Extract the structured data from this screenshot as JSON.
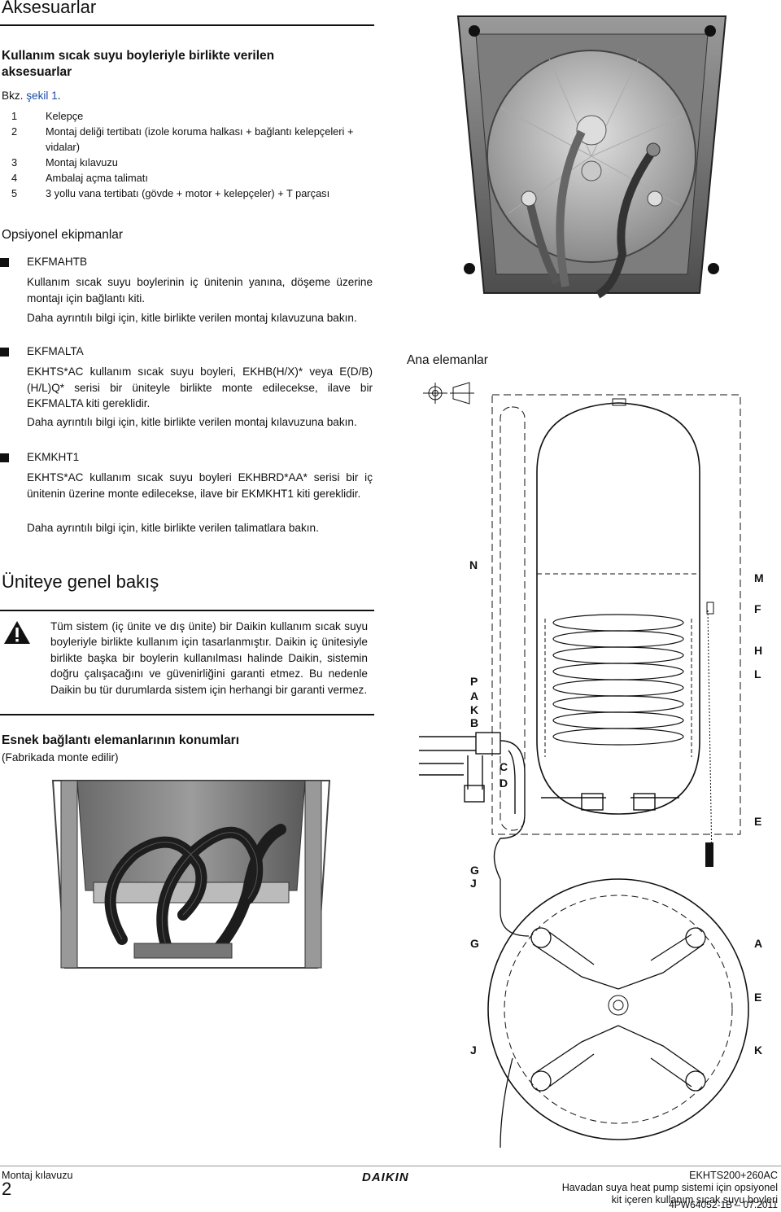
{
  "page": {
    "title": "Aksesuarlar",
    "accessories_heading": "Kullanım sıcak suyu boyleriyle birlikte verilen aksesuarlar",
    "ref_prefix": "Bkz.",
    "ref_link": "şekil 1",
    "ref_suffix": ".",
    "accessory_items": [
      {
        "num": "1",
        "text": "Kelepçe"
      },
      {
        "num": "2",
        "text": "Montaj deliği tertibatı (izole koruma halkası + bağlantı kelepçeleri + vidalar)"
      },
      {
        "num": "3",
        "text": "Montaj kılavuzu"
      },
      {
        "num": "4",
        "text": "Ambalaj açma talimatı"
      },
      {
        "num": "5",
        "text": "3 yollu vana tertibatı (gövde + motor + kelepçeler) + T parçası"
      }
    ],
    "optional_heading": "Opsiyonel ekipmanlar",
    "optional": [
      {
        "code": "EKFMAHTB",
        "p1": "Kullanım sıcak suyu boylerinin iç ünitenin yanına, döşeme üzerine montajı için bağlantı kiti.",
        "p2": "Daha ayrıntılı bilgi için, kitle birlikte verilen montaj kılavuzuna bakın."
      },
      {
        "code": "EKFMALTA",
        "p1": "EKHTS*AC kullanım sıcak suyu boyleri, EKHB(H/X)* veya E(D/B)(H/L)Q* serisi bir üniteyle birlikte monte edilecekse, ilave bir EKFMALTA kiti gereklidir.",
        "p2": "Daha ayrıntılı bilgi için, kitle birlikte verilen montaj kılavuzuna bakın."
      },
      {
        "code": "EKMKHT1",
        "p1": "EKHTS*AC kullanım sıcak suyu boyleri EKHBRD*AA* serisi bir iç ünitenin üzerine monte edilecekse, ilave bir EKMKHT1 kiti gereklidir.",
        "p2": "Daha ayrıntılı bilgi için, kitle birlikte verilen talimatlara bakın."
      }
    ],
    "overview_heading": "Üniteye genel bakış",
    "warning_text": "Tüm sistem (iç ünite ve dış ünite) bir Daikin kullanım sıcak suyu boyleriyle birlikte kullanım için tasarlanmıştır. Daikin iç ünitesiyle birlikte başka bir boylerin kullanılması halinde Daikin, sistemin doğru çalışacağını ve güvenirliğini garanti etmez. Bu nedenle Daikin bu tür durumlarda sistem için herhangi bir garanti vermez.",
    "flex_heading": "Esnek bağlantı elemanlarının konumları",
    "flex_sub": "(Fabrikada monte edilir)",
    "components_heading": "Ana elemanlar",
    "diagram_labels": {
      "N": "N",
      "M": "M",
      "F": "F",
      "H": "H",
      "L": "L",
      "P": "P",
      "A": "A",
      "K": "K",
      "B": "B",
      "C": "C",
      "D": "D",
      "E": "E",
      "G": "G",
      "J": "J"
    }
  },
  "footer": {
    "left_title": "Montaj kılavuzu",
    "page_num": "2",
    "brand": "DAIKIN",
    "model": "EKHTS200+260AC",
    "desc1": "Havadan suya heat pump sistemi için opsiyonel",
    "desc2": "kit içeren kullanım sıcak suyu boyleri",
    "doc_code": "4PW64052-1B – 07.2011"
  },
  "icons": {
    "warning": "warning-triangle-icon",
    "brand": "daikin-logo"
  }
}
